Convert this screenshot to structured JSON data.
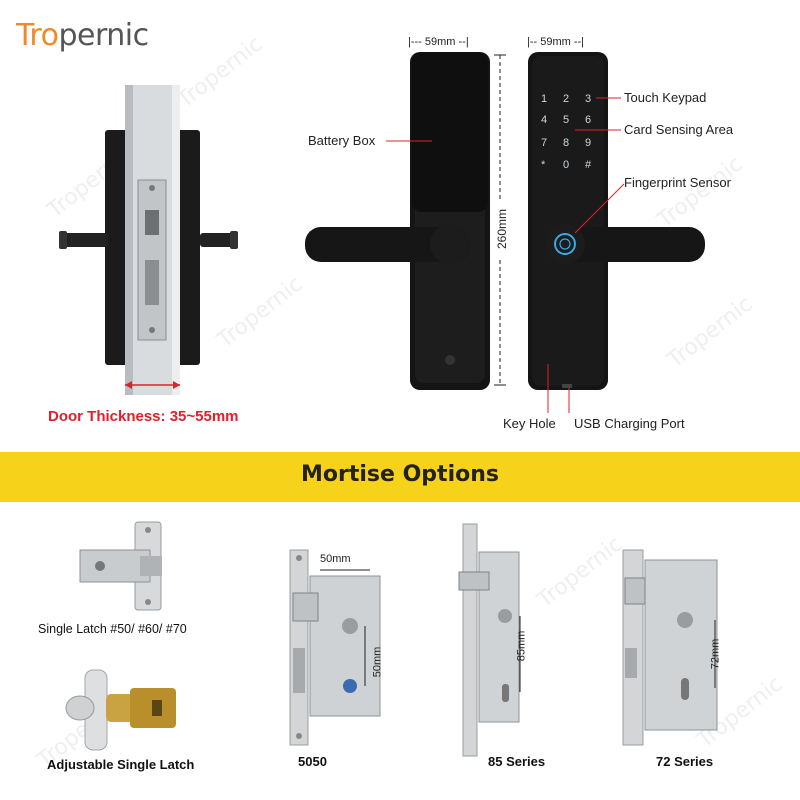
{
  "brand": {
    "name_part1": "Tro",
    "name_part2": "pernic",
    "watermark": "Tropernic"
  },
  "top_section": {
    "door_thickness_label": "Door Thickness: 35~55mm",
    "width_label_left": "|--- 59mm --|",
    "width_label_right": "|-- 59mm --|",
    "height_label": "260mm",
    "callouts": {
      "battery_box": "Battery Box",
      "touch_keypad": "Touch Keypad",
      "card_sensing_area": "Card Sensing Area",
      "fingerprint_sensor": "Fingerprint Sensor",
      "key_hole": "Key Hole",
      "usb_charging_port": "USB  Charging Port"
    },
    "keypad_keys": [
      "1",
      "2",
      "3",
      "4",
      "5",
      "6",
      "7",
      "8",
      "9",
      "*",
      "0",
      "#"
    ]
  },
  "banner": {
    "title": "Mortise Options"
  },
  "mortise_options": [
    {
      "caption": "Single Latch #50/ #60/ #70",
      "dims": []
    },
    {
      "caption": "Adjustable Single Latch",
      "dims": []
    },
    {
      "caption": "5050",
      "dims": [
        "50mm",
        "50mm"
      ]
    },
    {
      "caption": "85 Series",
      "dims": [
        "85mm"
      ]
    },
    {
      "caption": "72 Series",
      "dims": [
        "72mm"
      ]
    }
  ],
  "colors": {
    "brand_orange": "#f08a24",
    "banner_yellow": "#f6d21b",
    "callout_red": "#e0202a"
  }
}
